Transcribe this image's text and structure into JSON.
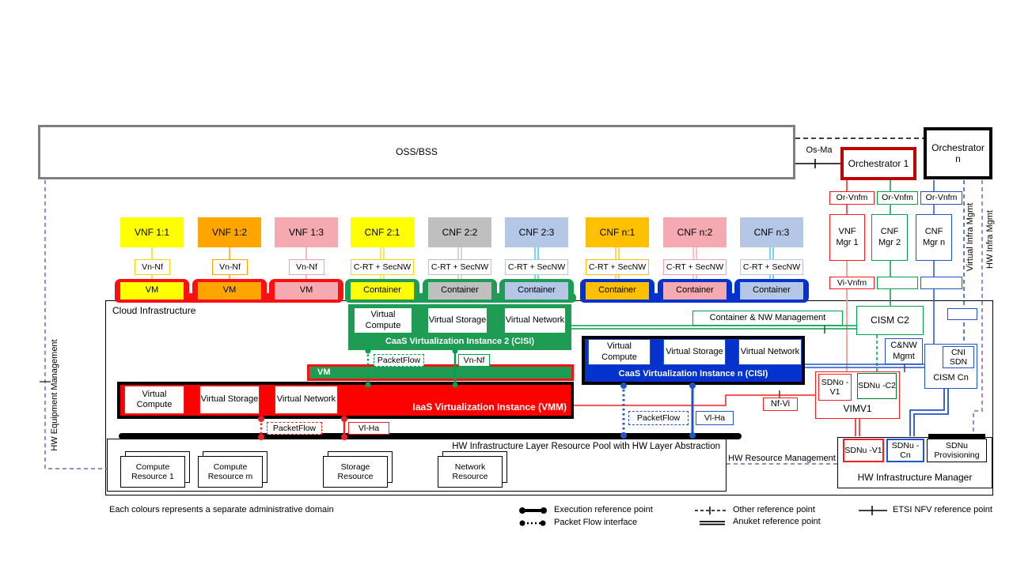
{
  "colors": {
    "yellow": "#FFFF00",
    "orange": "#FFA500",
    "gold": "#FFC000",
    "pink": "#F5A9B0",
    "gray": "#BFBFBF",
    "light_blue": "#B4C7E7",
    "red": "#F02020",
    "red_fill": "#FF0000",
    "green": "#00A14B",
    "green_fill": "#1F9C54",
    "blue": "#2353C8",
    "blue_fill": "#0333CC",
    "purple": "#8E5BBA",
    "cyan": "#33BEEA",
    "orchestrator1_border": "#C00000"
  },
  "top": {
    "oss_bss": "OSS/BSS",
    "os_ma": "Os-Ma",
    "orchestrator_1": "Orchestrator 1",
    "orchestrator_n": "Orchestrator n"
  },
  "mgmt": {
    "or_vnfm_1": "Or-Vnfm",
    "or_vnfm_2": "Or-Vnfm",
    "or_vnfm_n": "Or-Vnfm",
    "vnf_mgr_1": "VNF Mgr 1",
    "cnf_mgr_2": "CNF Mgr 2",
    "cnf_mgr_n": "CNF Mgr n",
    "vi_vnfm": "Vi-Vnfm",
    "virtual_infra_mgmt": "Virtual Infra Mgmt",
    "hw_infra_mgmt": "HW Infra Mgmt"
  },
  "left_label": "HW Equipment Management",
  "nf_columns": [
    {
      "nf": "VNF 1:1",
      "iface": "Vn-Nf",
      "unit": "VM"
    },
    {
      "nf": "VNF 1:2",
      "iface": "Vn-Nf",
      "unit": "VM"
    },
    {
      "nf": "VNF 1:3",
      "iface": "Vn-Nf",
      "unit": "VM"
    },
    {
      "nf": "CNF 2:1",
      "iface": "C-RT + SecNW",
      "unit": "Container"
    },
    {
      "nf": "CNF 2:2",
      "iface": "C-RT + SecNW",
      "unit": "Container"
    },
    {
      "nf": "CNF 2:3",
      "iface": "C-RT + SecNW",
      "unit": "Container"
    },
    {
      "nf": "CNF n:1",
      "iface": "C-RT + SecNW",
      "unit": "Container"
    },
    {
      "nf": "CNF n:2",
      "iface": "C-RT + SecNW",
      "unit": "Container"
    },
    {
      "nf": "CNF n:3",
      "iface": "C-RT + SecNW",
      "unit": "Container"
    }
  ],
  "cloud": {
    "title": "Cloud Infrastructure",
    "cisi2": {
      "cells": [
        "Virtual Compute",
        "Virtual Storage",
        "Virtual Network"
      ],
      "label": "CaaS Virtualization Instance 2 (CISI)"
    },
    "vm_band": "VM",
    "vmm": {
      "cells": [
        "Virtual Compute",
        "Virtual Storage",
        "Virtual Network"
      ],
      "label": "IaaS Virtualization Instance (VMM)"
    },
    "cisin": {
      "cells": [
        "Virtual Compute",
        "Virtual Storage",
        "Virtual Network"
      ],
      "label": "CaaS Virtualization Instance n (CISI)"
    },
    "packetflow": "PacketFlow",
    "vn_nf": "Vn-Nf",
    "vl_ha": "Vl-Ha",
    "nf_vi": "Nf-Vi",
    "container_nw_mgmt": "Container & NW Management",
    "cism_c2": "CISM C2",
    "cnw_mgmt": "C&NW Mgmt",
    "cism_cn": "CISM Cn",
    "cni_sdn": "CNI SDN",
    "vim": {
      "sdno_v1": "SDNo -V1",
      "sdnu_c2": "SDNu -C2",
      "label": "VIMV1"
    },
    "pool": {
      "label": "HW Infrastructure Layer Resource Pool with HW Layer Abstraction",
      "resources": [
        "Compute Resource 1",
        "Compute Resource m",
        "Storage Resource",
        "Network Resource"
      ]
    },
    "hw_resource_mgmt": "HW Resource Management",
    "hw_mgr": {
      "sdnu_v1": "SDNu -V1",
      "sdnu_cn": "SDNu -Cn",
      "sdnu_prov": "SDNu Provisioning",
      "label": "HW Infrastructure Manager"
    }
  },
  "legend": {
    "note": "Each colours represents a separate administrative domain",
    "execution": "Execution reference point",
    "packet_flow": "Packet Flow interface",
    "other": "Other reference point",
    "anuket": "Anuket reference point",
    "etsi": "ETSI NFV reference point"
  }
}
